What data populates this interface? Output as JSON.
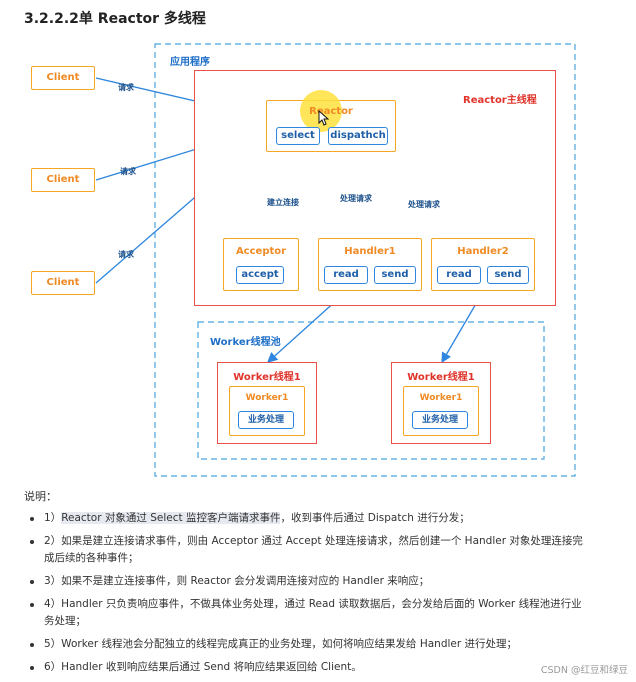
{
  "title": "3.2.2.2单 Reactor 多线程",
  "diagram": {
    "app_label": "应用程序",
    "reactor_main_label": "Reactor主线程",
    "reactor_label": "Reactor",
    "select": "select",
    "dispatch": "dispathch",
    "clients": [
      "Client",
      "Client",
      "Client"
    ],
    "request": "请求",
    "build_conn": "建立连接",
    "handle_req1": "处理请求",
    "handle_req2": "处理请求",
    "acceptor": "Acceptor",
    "accept": "accept",
    "handler1": "Handler1",
    "handler2": "Handler2",
    "read": "read",
    "send": "send",
    "worker_pool": "Worker线程池",
    "worker_thread": "Worker线程1",
    "worker": "Worker1",
    "biz": "业务处理"
  },
  "desc_head": "说明：",
  "items": [
    {
      "hl": "Reactor 对象通过 Select 监控客户端请求事件",
      "text": "1）",
      "rest": "，收到事件后通过 Dispatch 进行分发；"
    },
    {
      "text": "2）如果是建立连接请求事件，则由 Acceptor 通过 Accept 处理连接请求，然后创建一个 Handler 对象处理连接完成后续的各种事件；"
    },
    {
      "text": "3）如果不是建立连接事件，则 Reactor 会分发调用连接对应的 Handler 来响应；"
    },
    {
      "text": "4）Handler 只负责响应事件，不做具体业务处理，通过 Read 读取数据后，会分发给后面的 Worker 线程池进行业务处理；"
    },
    {
      "text": "5）Worker 线程池会分配独立的线程完成真正的业务处理，如何将响应结果发给 Handler 进行处理；"
    },
    {
      "text": "6）Handler 收到响应结果后通过 Send 将响应结果返回给 Client。"
    }
  ],
  "watermark": "CSDN @红豆和绿豆"
}
